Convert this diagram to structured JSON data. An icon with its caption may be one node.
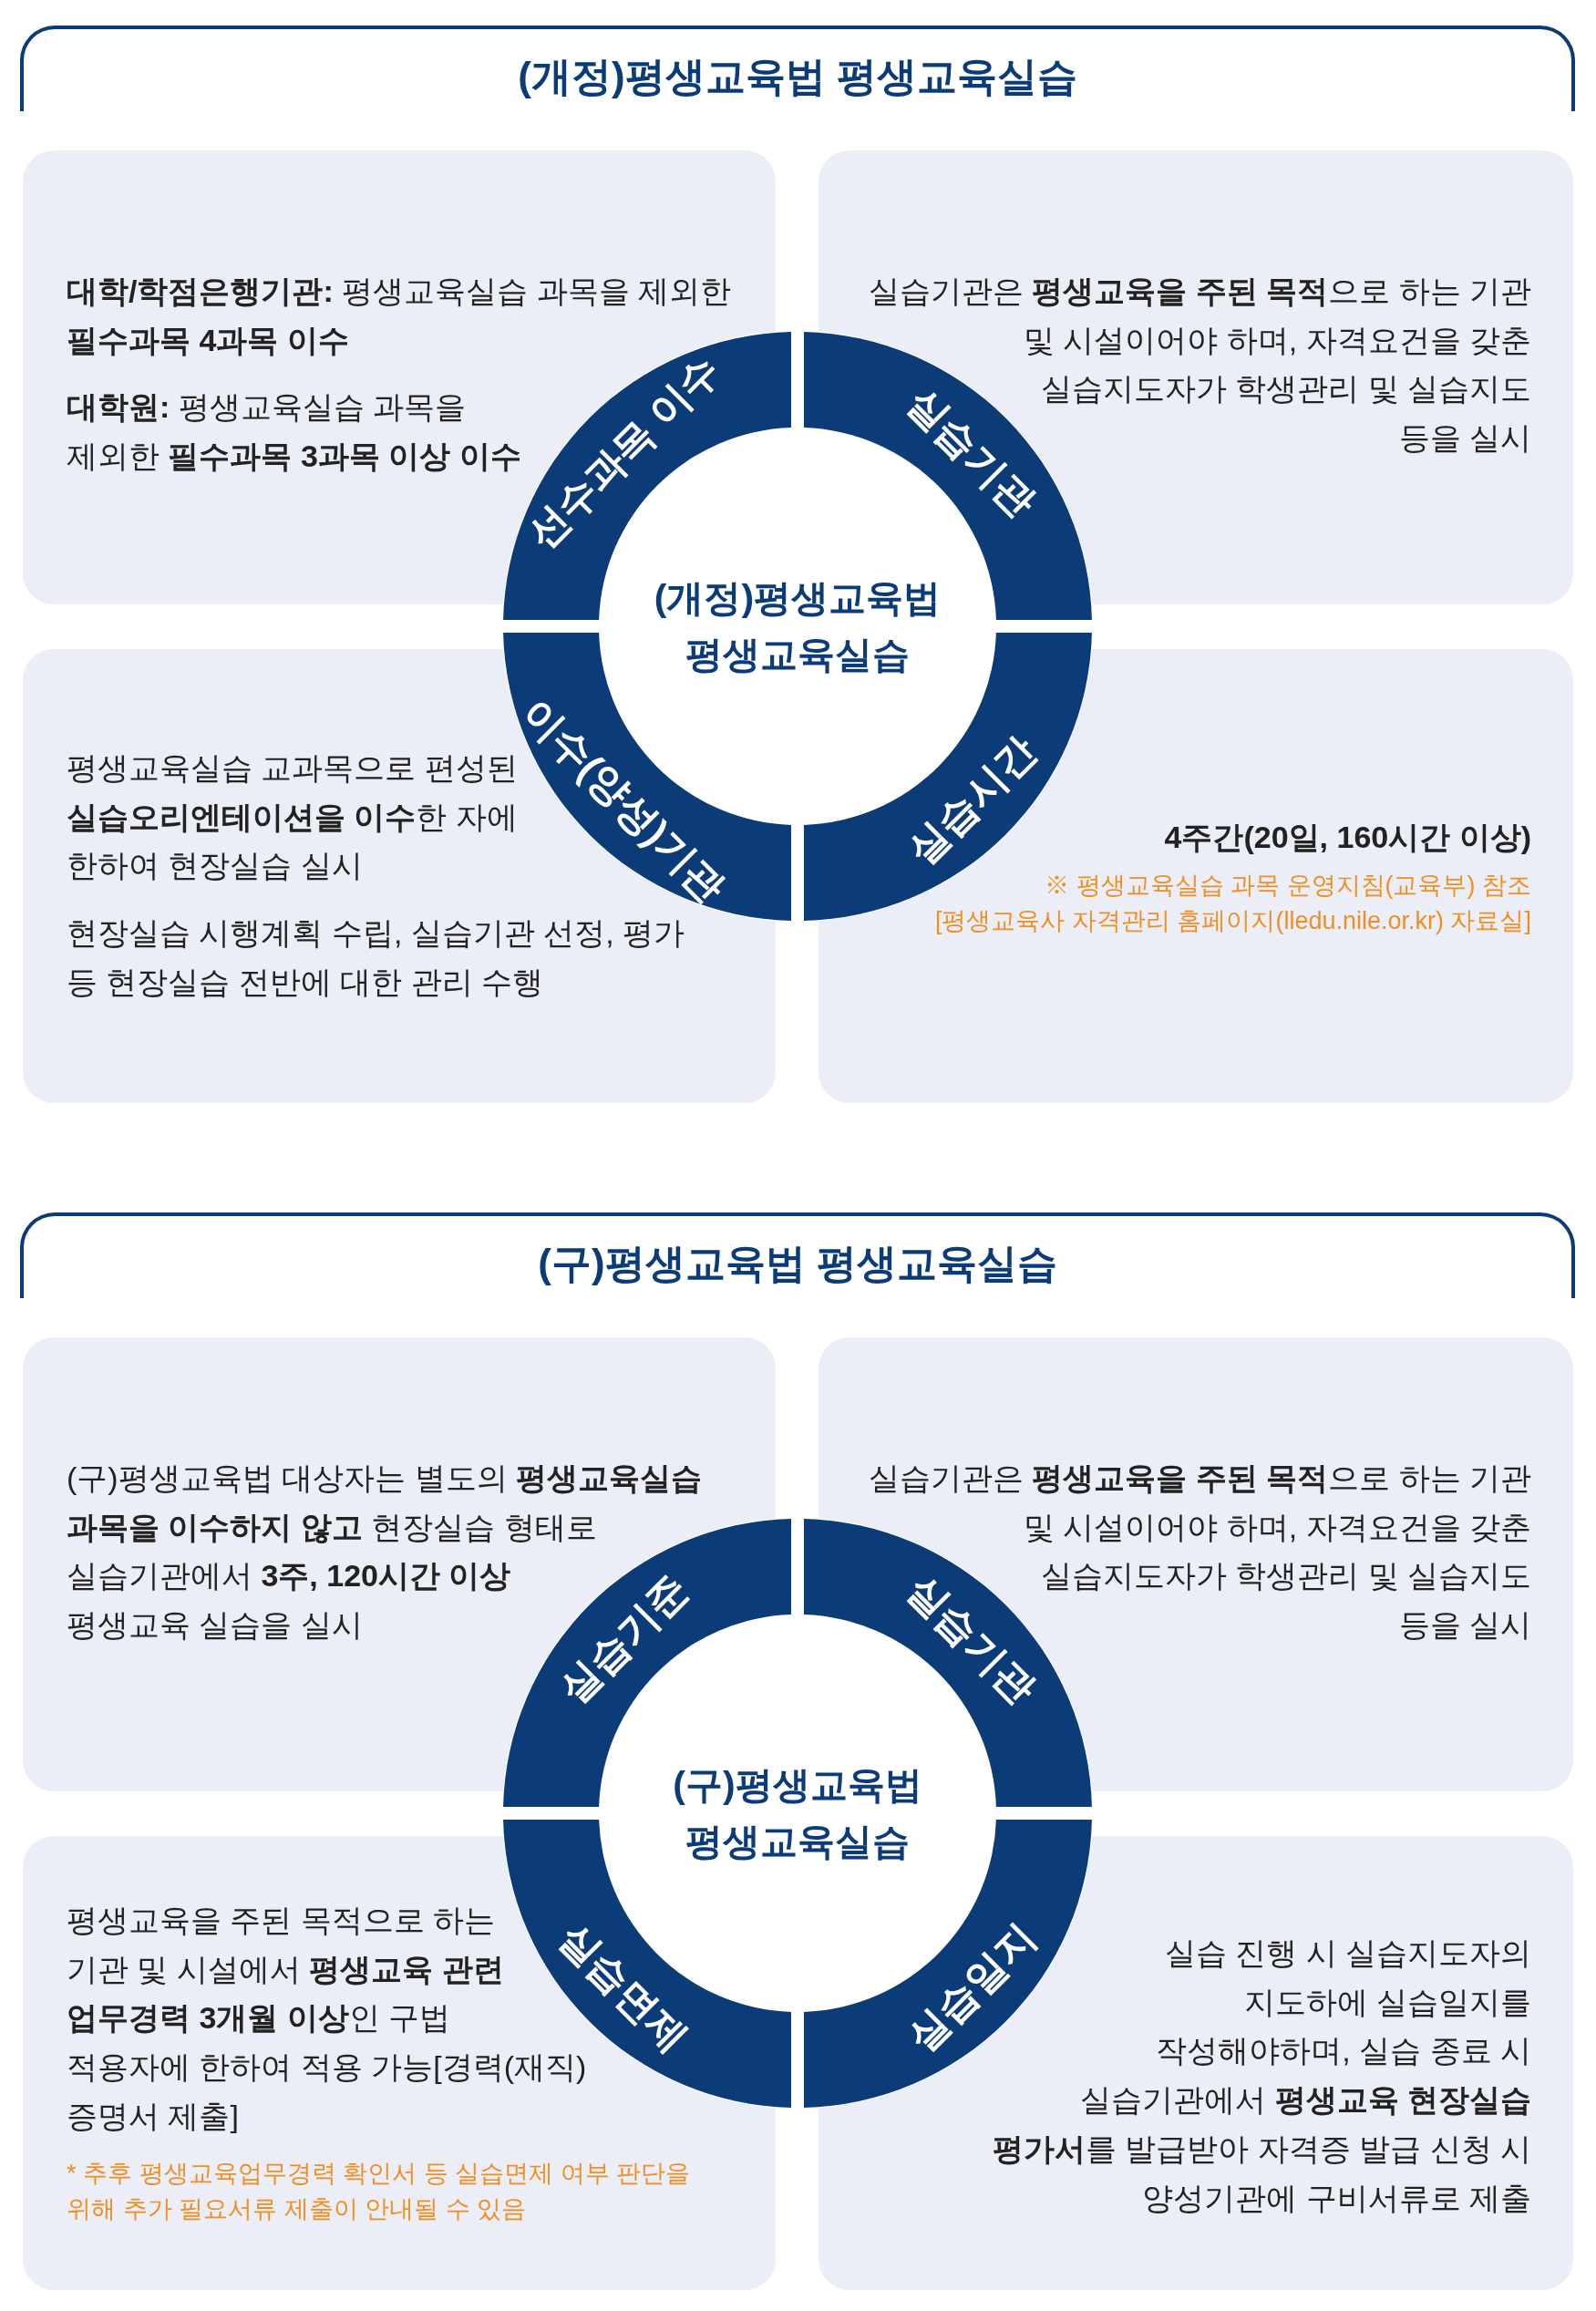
{
  "diagram": {
    "nodes": [
      {
        "text": [
          "(개정)평생교육법 평생교육실습"
        ]
      },
      {
        "text": [
          "**대학/학점은행기관:** 평생교육실습 과목을 제외한 **필수과목 4과목 이수**",
          "**대학원:** 평생교육실습 과목을 제외한 **필수과목 3과목 이상 이수**"
        ]
      },
      {
        "text": [
          "실습기관은 **평생교육을 주된 목적**으로 하는 기관 및 시설이어야 하며, 자격요건을 갖춘 실습지도자가 학생관리 및 실습지도 등을 실시"
        ]
      },
      {
        "text": [
          "평생교육실습 교과목으로 편성된 **실습오리엔테이션을 이수**한 자에 한하여 현장실습 실시",
          "현장실습 시행계획 수립, 실습기관 선정, 평가 등 현장실습 전반에 대한 관리 수행"
        ]
      },
      {
        "text": [
          "4주간(20일, 160시간 이상)",
          "※ 평생교육실습 과목 운영지침(교육부) 참조 [평생교육사 자격관리 홈페이지(lledu.nile.or.kr) 자료실]"
        ]
      },
      {
        "text": [
          "(개정)평생교육법 평생교육실습"
        ]
      },
      {
        "text": [
          "선수과목 이수"
        ]
      },
      {
        "text": [
          "실습기관"
        ]
      },
      {
        "text": [
          "이수(양성)기관"
        ]
      },
      {
        "text": [
          "실습시간"
        ]
      },
      {
        "text": [
          "(구)평생교육법 평생교육실습"
        ]
      },
      {
        "text": [
          "(구)평생교육법 대상자는 별도의 **평생교육실습 과목을 이수하지 않고** 현장실습 형태로 실습기관에서 **3주, 120시간 이상** 평생교육 실습을 실시"
        ]
      },
      {
        "text": [
          "실습기관은 **평생교육을 주된 목적**으로 하는 기관 및 시설이어야 하며, 자격요건을 갖춘 실습지도자가 학생관리 및 실습지도 등을 실시"
        ]
      },
      {
        "text": [
          "평생교육을 주된 목적으로 하는 기관 및 시설에서 **평생교육 관련 업무경력 3개월 이상**인 구법 적용자에 한하여 적용 가능[경력(재직) 증명서 제출]",
          "* 추후 평생교육업무경력 확인서 등 실습면제 여부 판단을 위해 추가 필요서류 제출이 안내될 수 있음"
        ]
      },
      {
        "text": [
          "실습 진행 시 실습지도자의 지도하에 실습일지를 작성해야하며, 실습 종료 시 실습기관에서 **평생교육 현장실습 평가서**를 발급받아 자격증 발급 신청 시 양성기관에 구비서류로 제출"
        ]
      },
      {
        "text": [
          "(구)평생교육법 평생교육실습"
        ]
      },
      {
        "text": [
          "실습기준"
        ]
      },
      {
        "text": [
          "실습기관"
        ]
      },
      {
        "text": [
          "실습면제"
        ]
      },
      {
        "text": [
          "실습일지"
        ]
      }
    ]
  }
}
